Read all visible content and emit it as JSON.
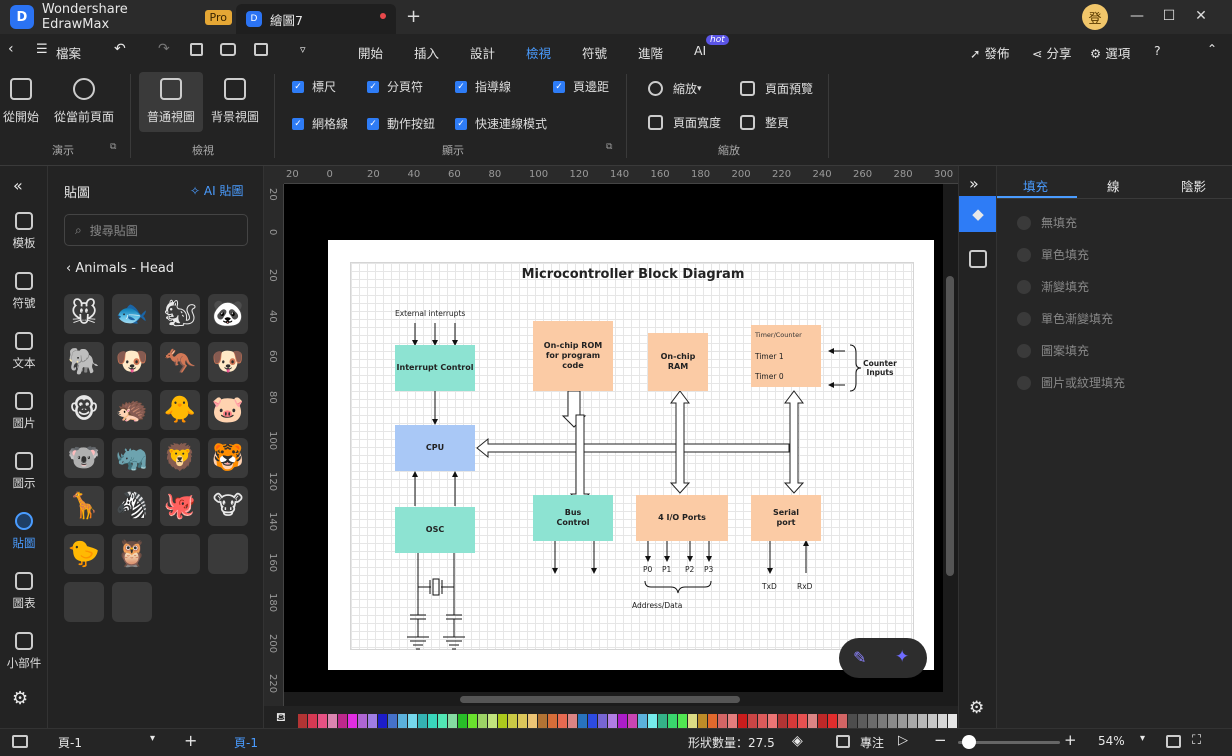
{
  "app": {
    "name": "Wondershare EdrawMax",
    "badge": "Pro",
    "doc_tab": "繪圖7",
    "avatar_char": "登"
  },
  "menu": {
    "file": "檔案",
    "items": [
      "開始",
      "插入",
      "設計",
      "檢視",
      "符號",
      "進階",
      "AI"
    ],
    "active": "檢視",
    "ai_badge": "hot",
    "right": [
      "發佈",
      "分享",
      "選項"
    ]
  },
  "ribbon": {
    "present": {
      "btn1": "從開始",
      "btn2": "從當前頁面",
      "label": "演示"
    },
    "view": {
      "btn1": "普通視圖",
      "btn2": "背景視圖",
      "label": "檢視"
    },
    "display": {
      "checks": [
        "標尺",
        "分頁符",
        "指導線",
        "頁邊距",
        "網格線",
        "動作按鈕",
        "快速連線模式"
      ],
      "label": "顯示"
    },
    "zoom": {
      "zoom": "縮放",
      "page_width": "頁面寬度",
      "page_preview": "頁面預覽",
      "fit_page": "整頁",
      "label": "縮放"
    }
  },
  "left_nav": [
    "模板",
    "符號",
    "文本",
    "圖片",
    "圖示",
    "貼圖",
    "圖表",
    "小部件"
  ],
  "library": {
    "title": "貼圖",
    "ai_btn": "AI 貼圖",
    "search_placeholder": "搜尋貼圖",
    "category": "Animals - Head",
    "stickers": [
      "🐭",
      "🐟",
      "🐿",
      "🐼",
      "🐘",
      "🐶",
      "🦘",
      "🐶",
      "🐵",
      "🦔",
      "🐥",
      "🐷",
      "🐨",
      "🦏",
      "🦁",
      "🐯",
      "🦒",
      "🦓",
      "🐙",
      "🐮",
      "🐤",
      "🦉"
    ]
  },
  "ruler": {
    "h": [
      "20",
      "0",
      "20",
      "40",
      "60",
      "80",
      "100",
      "120",
      "140",
      "160",
      "180",
      "200",
      "220",
      "240",
      "260",
      "280",
      "300"
    ],
    "v": [
      "20",
      "0",
      "20",
      "40",
      "60",
      "80",
      "100",
      "120",
      "140",
      "160",
      "180",
      "200",
      "220"
    ]
  },
  "diagram": {
    "title": "Microcontroller Block Diagram",
    "ext_int": "External interrupts",
    "int_ctrl": "Interrupt Control",
    "cpu": "CPU",
    "osc": "OSC",
    "rom": "On-chip ROM for program code",
    "ram": "On-chip RAM",
    "timer_title": "Timer/Counter",
    "timer0": "Timer 0",
    "timer1": "Timer 1",
    "counter_inputs": "Counter Inputs",
    "bus": "Bus Control",
    "io": "4 I/O Ports",
    "serial": "Serial port",
    "ports": [
      "P0",
      "P1",
      "P2",
      "P3"
    ],
    "addr": "Address/Data",
    "txd": "TxD",
    "rxd": "RxD",
    "colors": {
      "teal": "#8de3d2",
      "blue": "#a9c8f6",
      "peach": "#fbcba5"
    }
  },
  "right_panel": {
    "tabs": [
      "填充",
      "線",
      "陰影"
    ],
    "active": "填充",
    "options": [
      "無填充",
      "單色填充",
      "漸變填充",
      "單色漸變填充",
      "圖案填充",
      "圖片或紋理填充"
    ]
  },
  "status": {
    "page_sel": "頁-1",
    "page_tab": "頁-1",
    "shape_count": "形狀數量：27.5",
    "focus": "專注",
    "zoom": "54%"
  }
}
